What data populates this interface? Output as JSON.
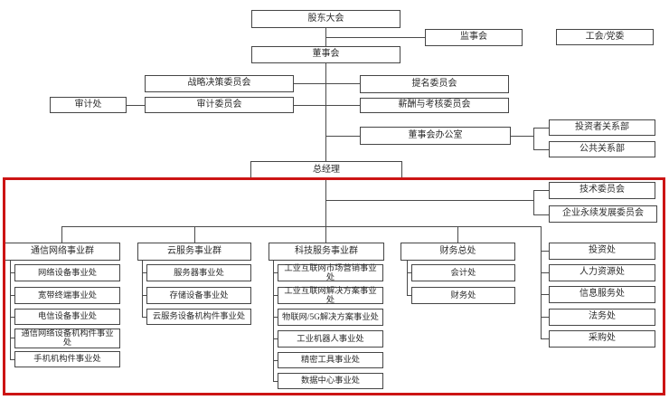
{
  "colors": {
    "box_border": "#454545",
    "connector_line": "#4a4a4a",
    "highlight_frame": "#cc1414",
    "text": "#2b2b2b",
    "background": "#ffffff"
  },
  "nodes": {
    "shareholders": "股东大会",
    "supervisory_board": "监事会",
    "union_party": "工会/党委",
    "board": "董事会",
    "strategy_committee": "战略决策委员会",
    "audit_office": "审计处",
    "audit_committee": "审计委员会",
    "nomination_committee": "提名委员会",
    "compensation_committee": "薪酬与考核委员会",
    "board_office": "董事会办公室",
    "investor_relations": "投资者关系部",
    "public_relations": "公共关系部",
    "general_manager": "总经理",
    "tech_committee": "技术委员会",
    "sustainability_committee": "企业永续发展委员会"
  },
  "groups": [
    {
      "label": "通信网络事业群",
      "divisions": [
        "网络设备事业处",
        "宽带终端事业处",
        "电信设备事业处",
        "通信网络设备机构件事业处",
        "手机机构件事业处"
      ]
    },
    {
      "label": "云服务事业群",
      "divisions": [
        "服务器事业处",
        "存储设备事业处",
        "云服务设备机构件事业处"
      ]
    },
    {
      "label": "科技服务事业群",
      "divisions": [
        "工业互联网市场营销事业处",
        "工业互联网解决方案事业处",
        "物联网/5G解决方案事业处",
        "工业机器人事业处",
        "精密工具事业处",
        "数据中心事业处"
      ]
    },
    {
      "label": "财务总处",
      "divisions": [
        "会计处",
        "财务处"
      ]
    }
  ],
  "staff_offices": [
    "投资处",
    "人力资源处",
    "信息服务处",
    "法务处",
    "采购处"
  ]
}
